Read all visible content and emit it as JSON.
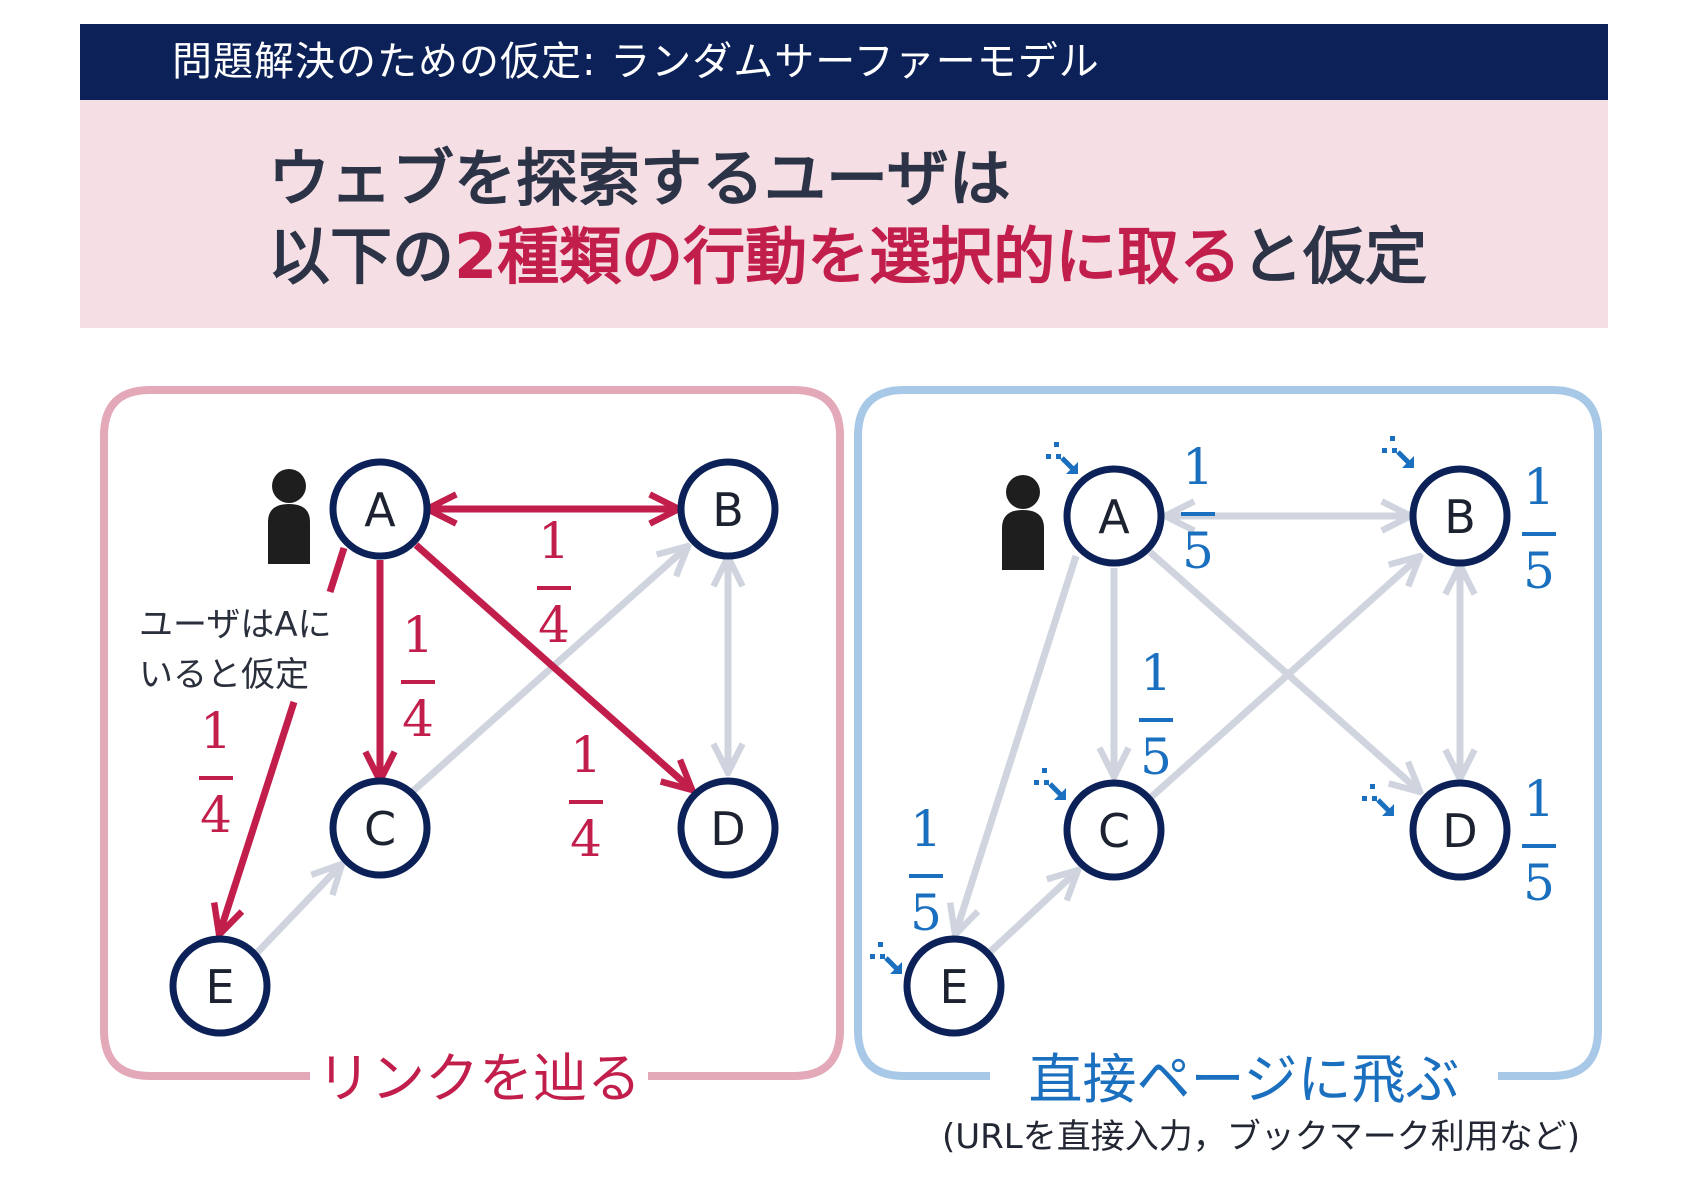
{
  "header": {
    "title": "問題解決のための仮定: ランダムサーファーモデル"
  },
  "hero": {
    "line1": "ウェブを探索するユーザは",
    "line2_pre": "以下の",
    "line2_highlight": "2種類の行動を選択的に取る",
    "line2_post": "と仮定"
  },
  "left_panel": {
    "caption": "リンクを辿る",
    "note_line1": "ユーザはAに",
    "note_line2": "いると仮定",
    "nodes": {
      "A": "A",
      "B": "B",
      "C": "C",
      "D": "D",
      "E": "E"
    },
    "probability": {
      "numerator": "1",
      "denominator": "4"
    }
  },
  "right_panel": {
    "caption": "直接ページに飛ぶ",
    "subcaption": "(URLを直接入力，ブックマーク利用など)",
    "nodes": {
      "A": "A",
      "B": "B",
      "C": "C",
      "D": "D",
      "E": "E"
    },
    "probability": {
      "numerator": "1",
      "denominator": "5"
    }
  },
  "colors": {
    "navy": "#0b2158",
    "crimson": "#c21e4b",
    "blue": "#1a6fbf",
    "pink_border": "#e3a9b9",
    "blue_border": "#a7c8e6",
    "gray_edge": "#cfd4df"
  }
}
